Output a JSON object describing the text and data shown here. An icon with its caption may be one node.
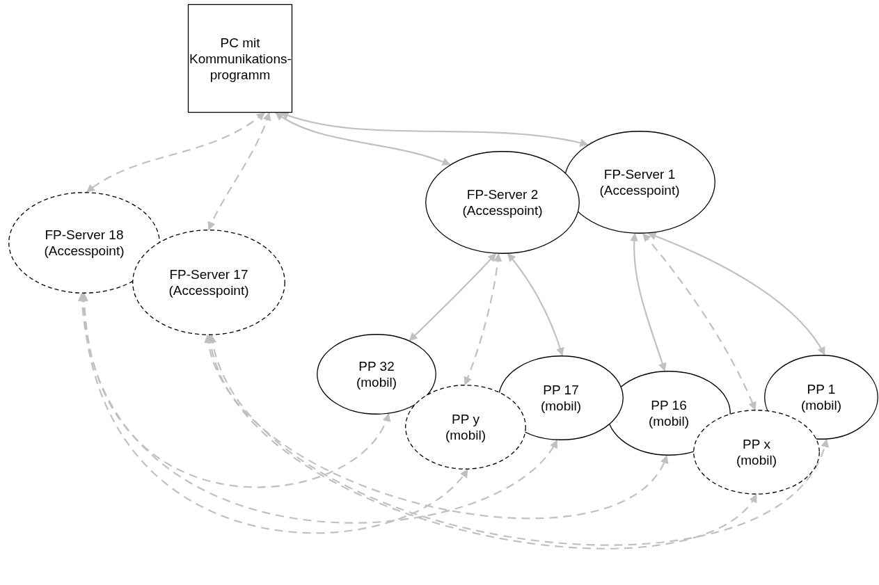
{
  "diagram": {
    "nodes": [
      {
        "text": [
          "PC mit Kommunikations- programm"
        ]
      },
      {
        "text": [
          "FP-Server 1 (Accesspoint)"
        ]
      },
      {
        "text": [
          "FP-Server 2 (Accesspoint)"
        ]
      },
      {
        "text": [
          "FP-Server 18 (Accesspoint)"
        ]
      },
      {
        "text": [
          "FP-Server 17 (Accesspoint)"
        ]
      },
      {
        "text": [
          "PP 32 (mobil)"
        ]
      },
      {
        "text": [
          "PP 17 (mobil)"
        ]
      },
      {
        "text": [
          "PP 1 (mobil)"
        ]
      },
      {
        "text": [
          "PP 16 (mobil)"
        ]
      },
      {
        "text": [
          "PP y (mobil)"
        ]
      },
      {
        "text": [
          "PP x (mobil)"
        ]
      }
    ],
    "edges": [
      {
        "from": 0,
        "to": 1,
        "arrow": "both"
      },
      {
        "from": 0,
        "to": 2,
        "arrow": "both"
      },
      {
        "from": 0,
        "to": 3,
        "arrow": "both",
        "style": "dashed"
      },
      {
        "from": 0,
        "to": 4,
        "arrow": "both",
        "style": "dashed"
      },
      {
        "from": 2,
        "to": 5,
        "arrow": "both"
      },
      {
        "from": 2,
        "to": 9,
        "arrow": "both",
        "style": "dashed"
      },
      {
        "from": 2,
        "to": 6,
        "arrow": "both"
      },
      {
        "from": 1,
        "to": 8,
        "arrow": "both"
      },
      {
        "from": 1,
        "to": 10,
        "arrow": "both",
        "style": "dashed"
      },
      {
        "from": 1,
        "to": 7,
        "arrow": "both"
      },
      {
        "from": 3,
        "to": 5,
        "arrow": "both",
        "style": "dashed"
      },
      {
        "from": 3,
        "to": 9,
        "arrow": "both",
        "style": "dashed"
      },
      {
        "from": 3,
        "to": 6,
        "arrow": "both",
        "style": "dashed"
      },
      {
        "from": 4,
        "to": 8,
        "arrow": "both",
        "style": "dashed"
      },
      {
        "from": 4,
        "to": 10,
        "arrow": "both",
        "style": "dashed"
      },
      {
        "from": 4,
        "to": 7,
        "arrow": "both",
        "style": "dashed"
      }
    ]
  }
}
